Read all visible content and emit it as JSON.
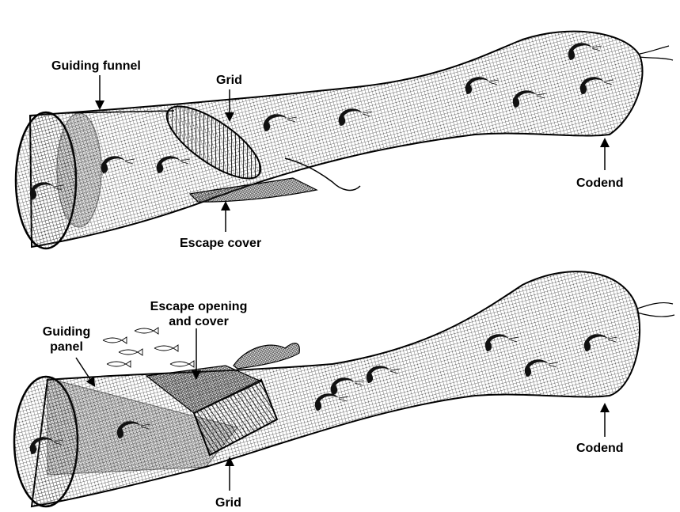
{
  "labels": {
    "top": {
      "guiding_funnel": "Guiding funnel",
      "grid": "Grid",
      "escape_cover": "Escape cover",
      "codend": "Codend"
    },
    "bottom": {
      "escape_opening_line1": "Escape opening",
      "escape_opening_line2": "and cover",
      "guiding_panel_line1": "Guiding",
      "guiding_panel_line2": "panel",
      "grid": "Grid",
      "codend": "Codend"
    }
  },
  "colors": {
    "ink": "#000000",
    "paper": "#ffffff",
    "mesh": "#333333"
  },
  "icons": [
    "shrimp-icon",
    "fish-icon",
    "turtle-icon"
  ]
}
